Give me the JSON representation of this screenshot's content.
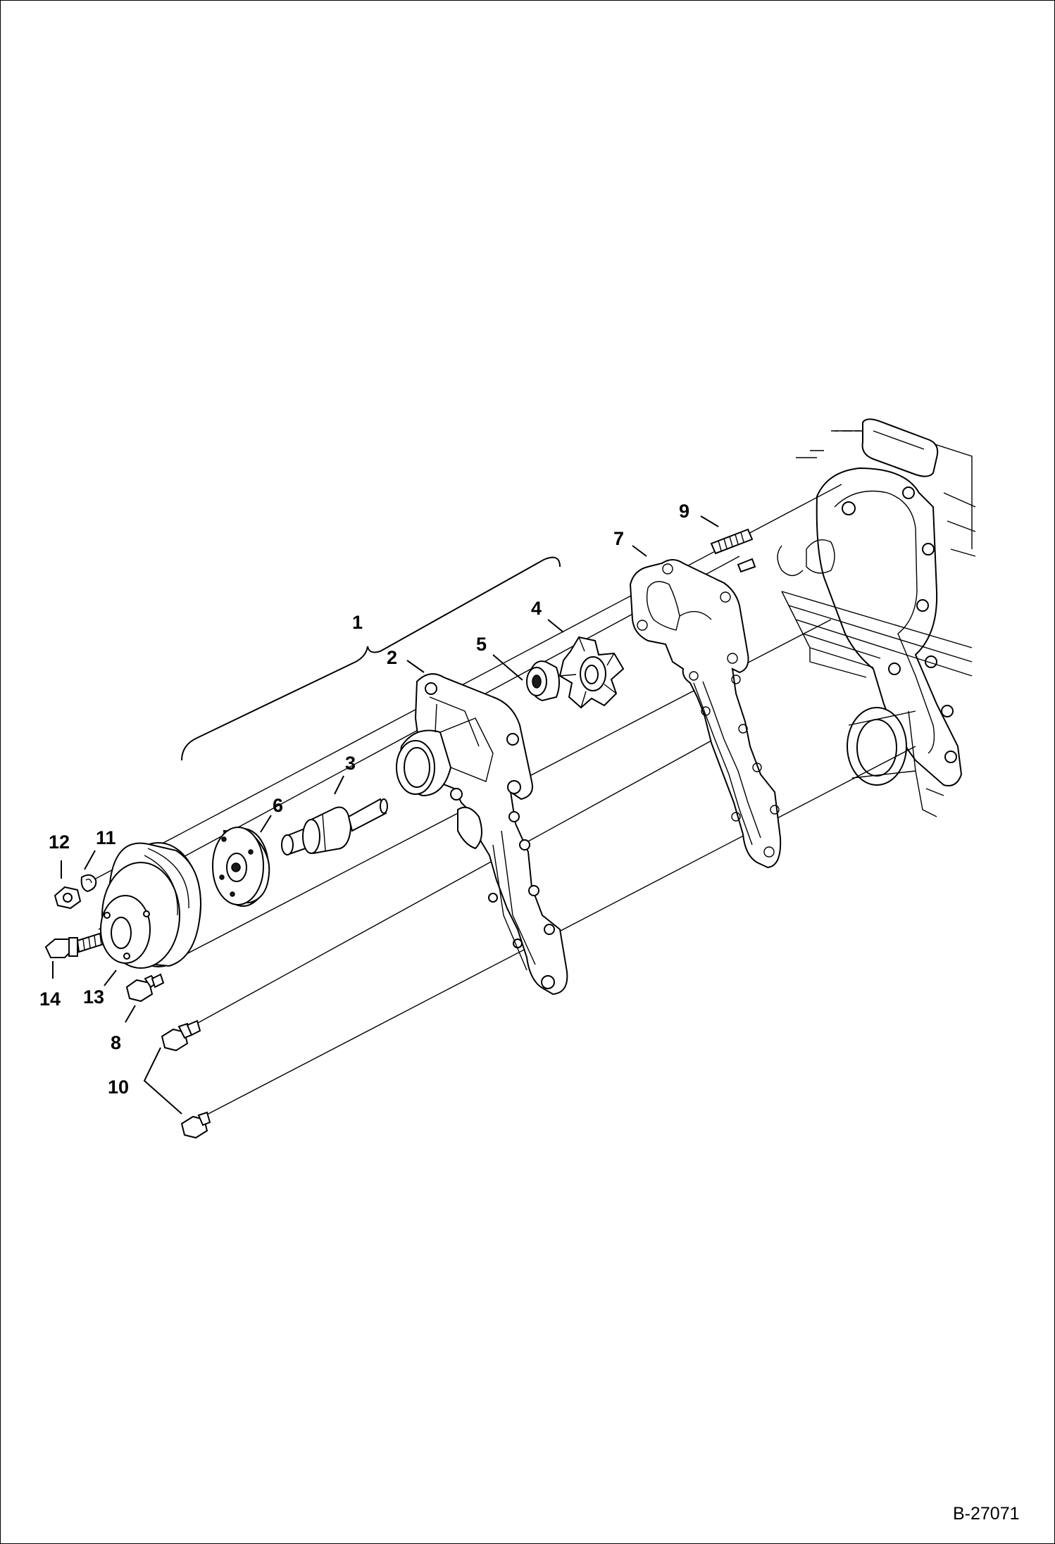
{
  "callouts": {
    "c1": "1",
    "c2": "2",
    "c3": "3",
    "c4": "4",
    "c5": "5",
    "c6": "6",
    "c7": "7",
    "c8": "8",
    "c9": "9",
    "c10": "10",
    "c11": "11",
    "c12": "12",
    "c13": "13",
    "c14": "14"
  },
  "figure_number": "B-27071"
}
